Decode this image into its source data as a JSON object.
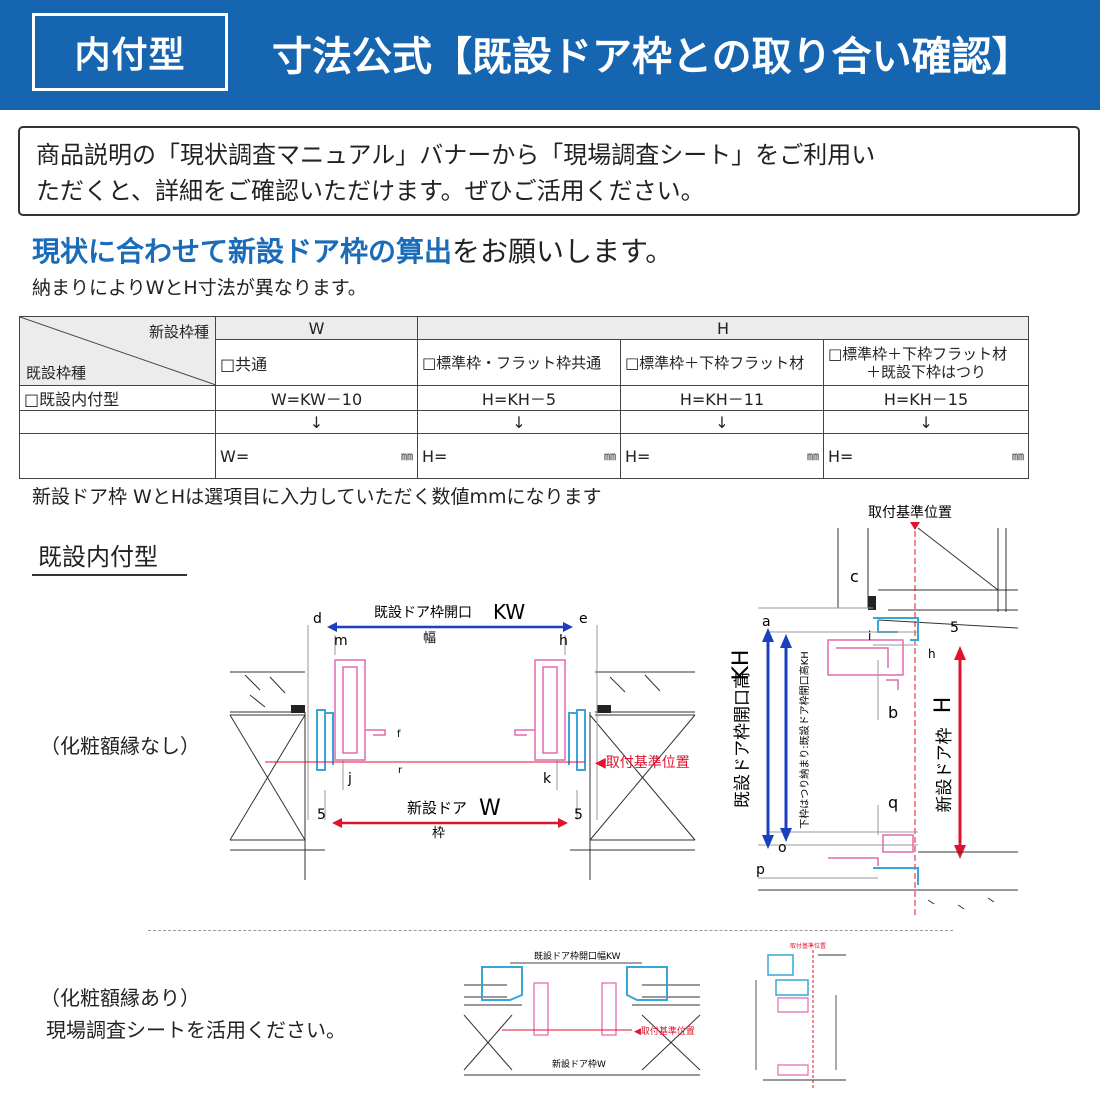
{
  "header": {
    "badge": "内付型",
    "title": "寸法公式【既設ドア枠との取り合い確認】"
  },
  "notice": {
    "line1": "商品説明の「現状調査マニュアル」バナーから「現場調査シート」をご利用い",
    "line2": "ただくと、詳細をご確認いただけます。ぜひご活用ください。"
  },
  "lead": {
    "highlight": "現状に合わせて新設ドア枠の算出",
    "rest": "をお願いします。"
  },
  "subtext": "納まりによりWとH寸法が異なります。",
  "table": {
    "corner_top": "新設枠種",
    "corner_bottom": "既設枠種",
    "col_w": "W",
    "col_h": "H",
    "sub_headers": [
      "□共通",
      "□標準枠・フラット枠共通",
      "□標準枠＋下枠フラット材",
      "□標準枠＋下枠フラット材",
      "＋既設下枠はつり"
    ],
    "row_label": "□既設内付型",
    "formulas": [
      "W=KW－10",
      "H=KH－5",
      "H=KH－11",
      "H=KH－15"
    ],
    "arrow": "↓",
    "inputs": [
      "W=",
      "H=",
      "H=",
      "H="
    ],
    "unit": "㎜"
  },
  "note": "新設ドア枠 WとHは選項目に入力していただく数値mmになります",
  "section_title": "既設内付型",
  "label_no_frame": "（化粧額縁なし）",
  "label_with_frame": "（化粧額縁あり）",
  "label_with_frame_sub": "現場調査シートを活用ください。",
  "diagram": {
    "kw_label": "既設ドア枠開口",
    "kw_sym": "KW",
    "kw_sub": "幅",
    "w_label": "新設ドア",
    "w_sym": "W",
    "w_sub": "枠",
    "ref_pos": "取付基準位置",
    "ref_pos_arrow": "◀取付基準位置",
    "kh_label": "既設ドア枠開口高",
    "kh_sym": "KH",
    "kh_sub": "下枠はつり納まり:既設ドア枠開口高KH",
    "h_label": "新設ドア枠",
    "h_sym": "H",
    "letters": [
      "d",
      "m",
      "h",
      "e",
      "f",
      "j",
      "k",
      "r",
      "5",
      "5",
      "c",
      "a",
      "i",
      "b",
      "q",
      "o",
      "p",
      "h",
      "5"
    ],
    "small_kw": "既設ドア枠開口幅KW",
    "small_w": "新設ドア枠W",
    "colors": {
      "blue": "#1a3fbf",
      "red": "#e0122e",
      "pink": "#e36ab0",
      "cyan": "#38a6d6"
    }
  }
}
